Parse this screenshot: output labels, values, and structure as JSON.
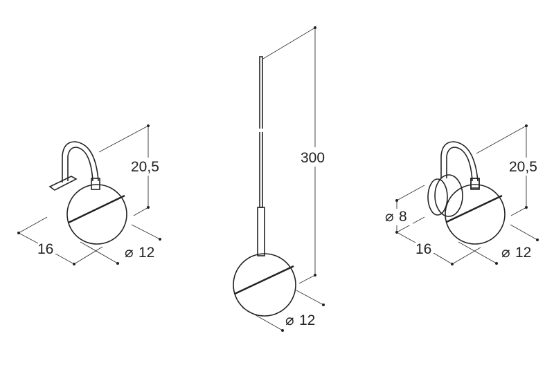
{
  "views": [
    {
      "name": "wall-lamp-bracket",
      "height": "20,5",
      "depth": "16",
      "globe_diameter": "12"
    },
    {
      "name": "pendant",
      "height": "300",
      "globe_diameter": "12"
    },
    {
      "name": "wall-lamp-round-base",
      "height": "20,5",
      "base_diameter": "8",
      "depth": "16",
      "globe_diameter": "12"
    }
  ],
  "diameter_symbol": "⌀",
  "colors": {
    "line": "#222222",
    "background": "#ffffff"
  }
}
